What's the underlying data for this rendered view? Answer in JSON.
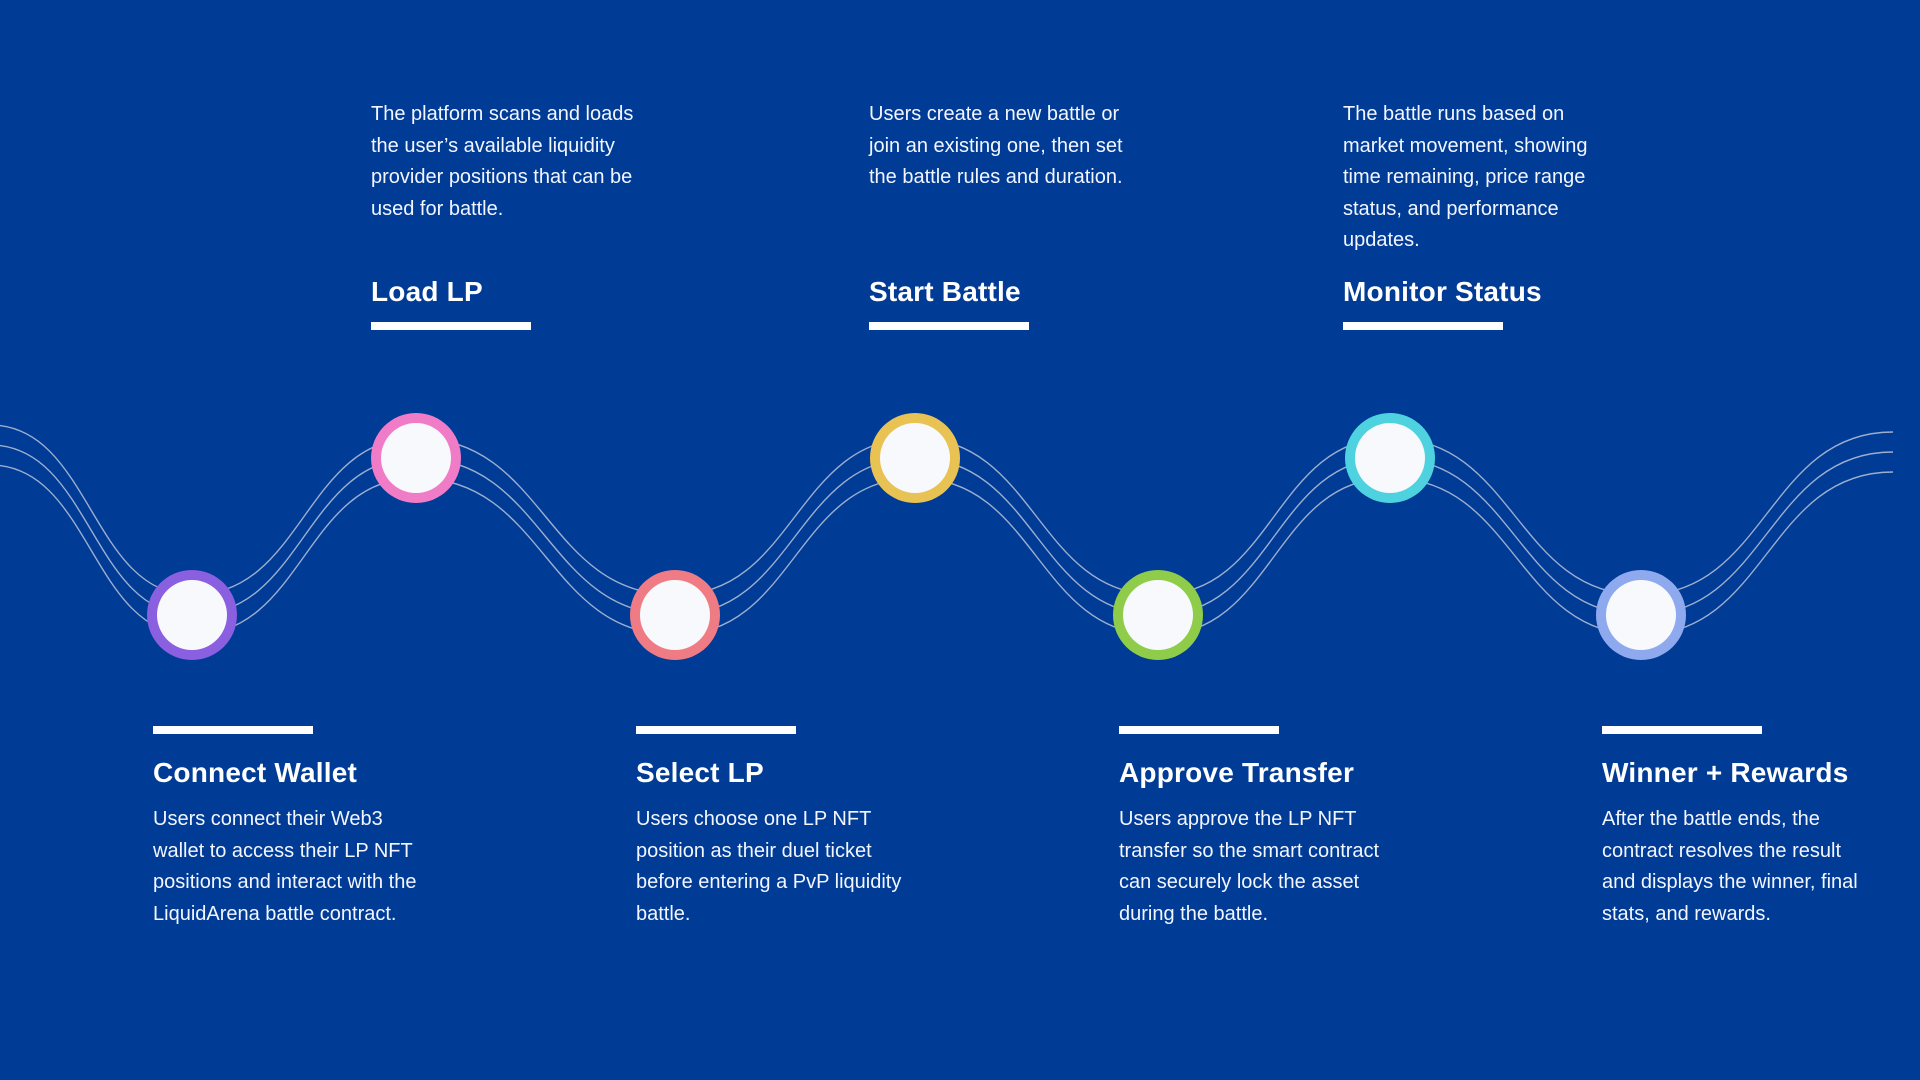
{
  "background_color": "#003b96",
  "wave_line_color": "#b9c3d8",
  "steps": [
    {
      "title": "Connect Wallet",
      "description": "Users connect their Web3 wallet to access their LP NFT positions and interact with the LiquidArena battle contract.",
      "ring_color": "#8a5fe0",
      "position": "bottom"
    },
    {
      "title": "Load LP",
      "description": "The platform scans and loads the user’s available liquidity provider positions that can be used for battle.",
      "ring_color": "#f07cc8",
      "position": "top"
    },
    {
      "title": "Select LP",
      "description": "Users choose one LP NFT position as their duel ticket before entering a PvP liquidity battle.",
      "ring_color": "#ef7c85",
      "position": "bottom"
    },
    {
      "title": "Start Battle",
      "description": "Users create a new battle or join an existing one, then set the battle rules and duration.",
      "ring_color": "#e8c252",
      "position": "top"
    },
    {
      "title": "Approve Transfer",
      "description": "Users approve the LP NFT transfer so the smart contract can securely lock the asset during the battle.",
      "ring_color": "#8fcc4a",
      "position": "bottom"
    },
    {
      "title": "Monitor Status",
      "description": "The battle runs based on market movement, showing time remaining, price range status, and performance updates.",
      "ring_color": "#4fd2e0",
      "position": "top"
    },
    {
      "title": "Winner + Rewards",
      "description": "After the battle ends, the contract resolves the result and displays the winner, final stats, and rewards.",
      "ring_color": "#8fa9ee",
      "position": "bottom"
    }
  ]
}
